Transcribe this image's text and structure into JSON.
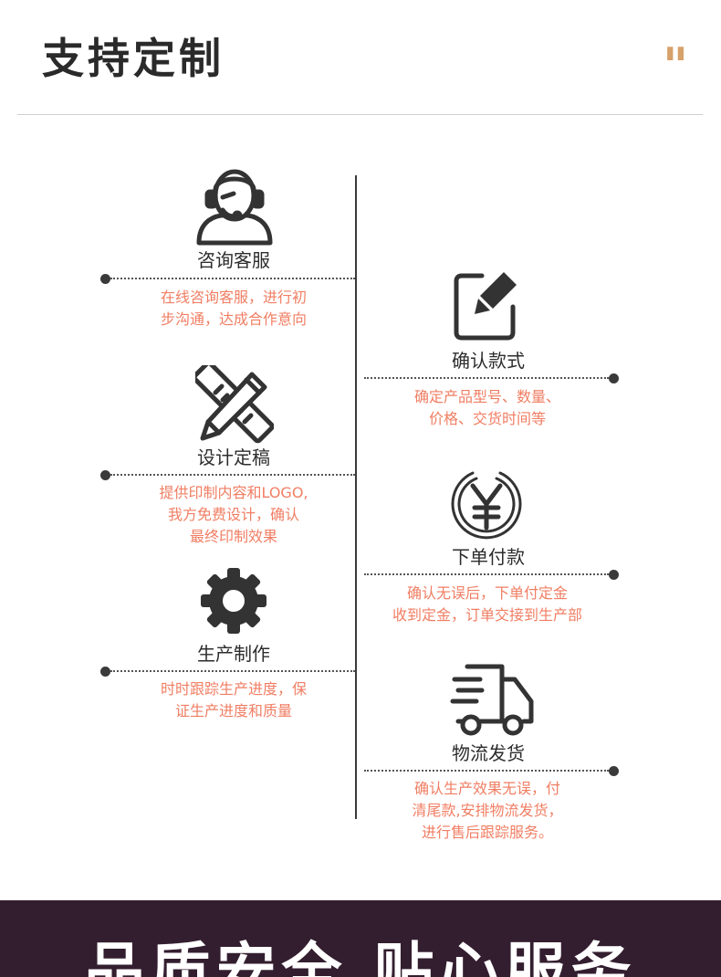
{
  "header": {
    "title": "支持定制",
    "quote_mark": "\""
  },
  "steps": [
    {
      "title": "咨询客服",
      "desc": "在线咨询客服，进行初\n步沟通，达成合作意向",
      "icon": "customer-service-icon"
    },
    {
      "title": "确认款式",
      "desc": "确定产品型号、数量、\n价格、交货时间等",
      "icon": "edit-icon"
    },
    {
      "title": "设计定稿",
      "desc": "提供印制内容和LOGO,\n我方免费设计，确认\n最终印制效果",
      "icon": "pencil-ruler-icon"
    },
    {
      "title": "下单付款",
      "desc": "确认无误后，下单付定金\n收到定金，订单交接到生产部",
      "icon": "yuan-icon"
    },
    {
      "title": "生产制作",
      "desc": "时时跟踪生产进度，保\n证生产进度和质量",
      "icon": "gear-icon"
    },
    {
      "title": "物流发货",
      "desc": "确认生产效果无误，付\n清尾款,安排物流发货，\n进行售后跟踪服务。",
      "icon": "truck-icon"
    }
  ],
  "footer": {
    "text": "品质安全 贴心服务"
  }
}
